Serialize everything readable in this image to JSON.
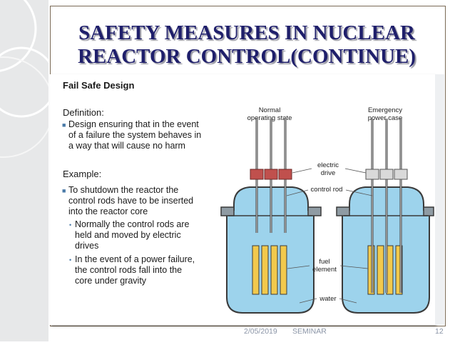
{
  "slide": {
    "title_line1": "SAFETY MEASURES IN NUCLEAR",
    "title_line2": "REACTOR CONTROL(CONTINUE)",
    "heading": "Fail Safe Design",
    "definition_label": "Definition:",
    "definition_bullet": [
      "Design ensuring that in the event",
      "of a failure the system behaves in",
      "a way that will cause no harm"
    ],
    "example_label": "Example:",
    "example_bullet": [
      "To shutdown the reactor the",
      "control rods have to be inserted",
      "into the reactor core"
    ],
    "sub_bullet_1": [
      "Normally the control rods are",
      "held and moved by electric",
      "drives"
    ],
    "sub_bullet_2": [
      "In the event of a power failure,",
      "the control rods fall into the",
      "core under gravity"
    ]
  },
  "diagram": {
    "label_normal": [
      "Normal",
      "operating state"
    ],
    "label_emergency": [
      "Emergency",
      "power case"
    ],
    "label_electric_drive": [
      "electric",
      "drive"
    ],
    "label_control_rod": "control rod",
    "label_fuel_element": [
      "fuel",
      "element"
    ],
    "label_water": "water",
    "colors": {
      "water": "#9dd3ec",
      "fuel": "#f2c94c",
      "drive": "#c0504d",
      "vessel": "#3a3a3a"
    }
  },
  "footer": {
    "date": "2/05/2019",
    "center": "SEMINAR",
    "page": "12"
  }
}
